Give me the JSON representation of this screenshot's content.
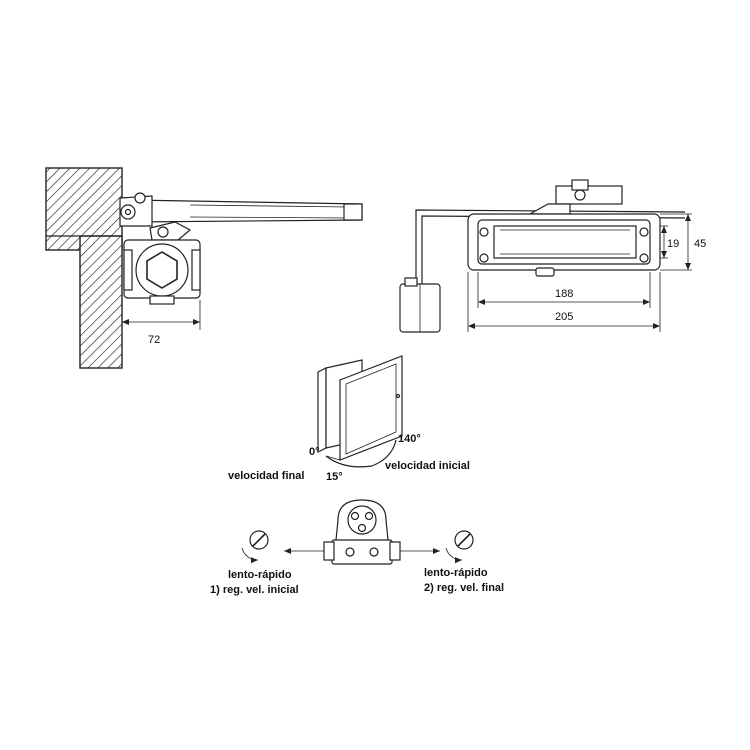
{
  "dimensions": {
    "side_depth": "72",
    "body_length": "188",
    "overall_length": "205",
    "body_height": "19",
    "overall_height": "45"
  },
  "angles": {
    "closed": "0°",
    "latch_zone": "15°",
    "max_open": "140°"
  },
  "speed_labels": {
    "final": "velocidad final",
    "initial": "velocidad inicial"
  },
  "valves": {
    "left": {
      "range": "lento-rápido",
      "function": "1) reg. vel. inicial"
    },
    "right": {
      "range": "lento-rápido",
      "function": "2) reg. vel. final"
    }
  }
}
